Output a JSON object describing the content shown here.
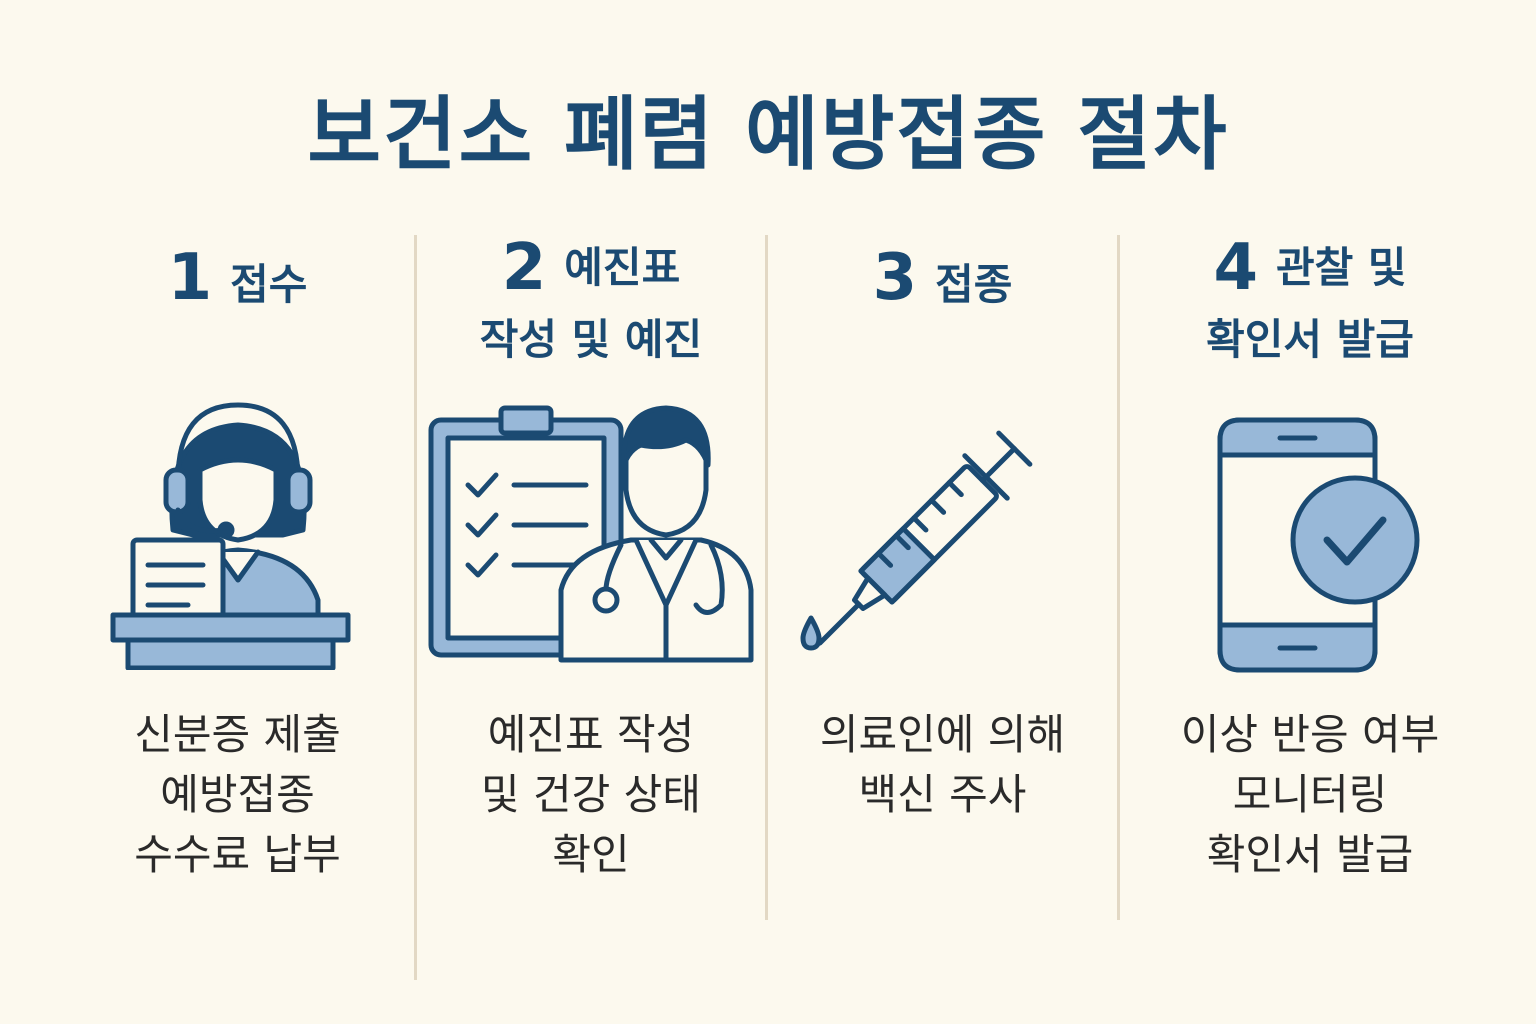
{
  "title": "보건소 폐렴 예방접종 절차",
  "colors": {
    "navy": "#1b4a72",
    "light_blue": "#98b8d8",
    "background": "#fcf9ee",
    "divider": "#e2d8c4",
    "text": "#2a2a2a"
  },
  "steps": [
    {
      "number": "1",
      "label_lines": [
        "접수"
      ],
      "icon": "receptionist-icon",
      "description_lines": [
        "신분증 제출",
        "예방접종",
        "수수료 납부"
      ]
    },
    {
      "number": "2",
      "label_lines": [
        "예진표",
        "작성 및 예진"
      ],
      "icon": "clipboard-doctor-icon",
      "description_lines": [
        "예진표 작성",
        "및 건강 상태",
        "확인"
      ]
    },
    {
      "number": "3",
      "label_lines": [
        "접종"
      ],
      "icon": "syringe-icon",
      "description_lines": [
        "의료인에 의해",
        "백신 주사"
      ]
    },
    {
      "number": "4",
      "label_lines": [
        "관찰 및",
        "확인서 발급"
      ],
      "icon": "phone-check-icon",
      "description_lines": [
        "이상 반응 여부",
        "모니터링",
        "확인서 발급"
      ]
    }
  ]
}
